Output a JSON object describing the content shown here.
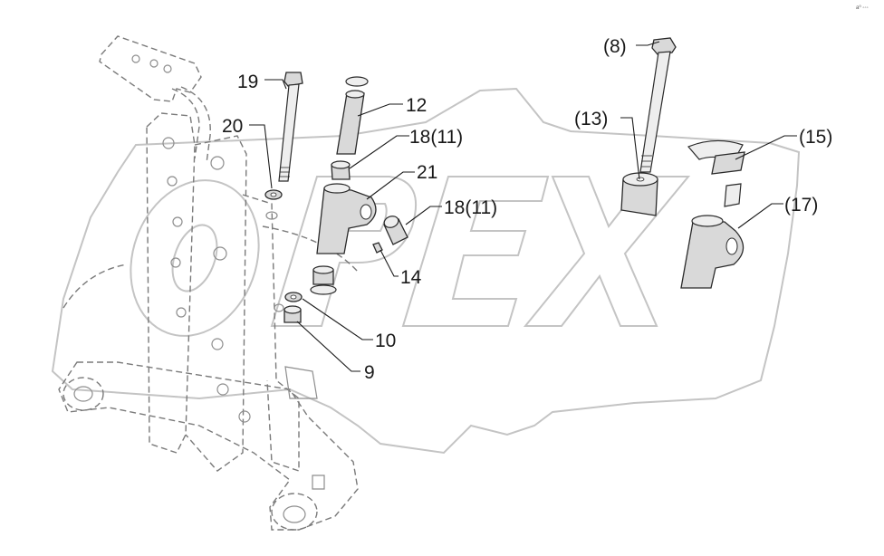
{
  "watermark_text": "OPEX",
  "corner_mark": "a⁰ ◦◦◦",
  "labels": {
    "p19": "19",
    "p20": "20",
    "p12": "12",
    "p18a": "18(11)",
    "p21": "21",
    "p18b": "18(11)",
    "p14": "14",
    "p10": "10",
    "p9": "9",
    "p8": "(8)",
    "p13": "(13)",
    "p15": "(15)",
    "p17": "(17)"
  }
}
